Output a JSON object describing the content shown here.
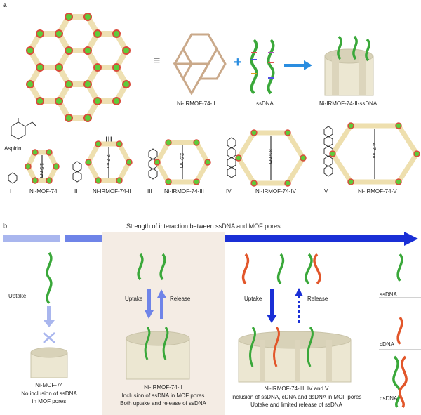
{
  "panel_a": {
    "label": "a",
    "equals": "≡",
    "plus": "+",
    "structure_label": "Ni-IRMOF-74-II",
    "ssdna_label": "ssDNA",
    "complex_label": "Ni-IRMOF-74-II-ssDNA",
    "aspirin_label": "Aspirin",
    "numeral_top": "III",
    "linkers": [
      {
        "numeral": "I",
        "name": "Ni-MOF-74",
        "size": "1.5 nm"
      },
      {
        "numeral": "II",
        "name": "Ni-IRMOF-74-II",
        "size": "2.2 nm"
      },
      {
        "numeral": "III",
        "name": "Ni-IRMOF-74-III",
        "size": "2.9 nm"
      },
      {
        "numeral": "IV",
        "name": "Ni-IRMOF-74-IV",
        "size": "3.5 nm"
      },
      {
        "numeral": "V",
        "name": "Ni-IRMOF-74-V",
        "size": "4.2 nm"
      }
    ]
  },
  "panel_b": {
    "label": "b",
    "strength_title": "Strength of interaction between ssDNA and MOF pores",
    "uptake": "Uptake",
    "release": "Release",
    "col1": {
      "title": "Ni-MOF-74",
      "line1": "No inclusion of ssDNA",
      "line2": "in MOF pores"
    },
    "col2": {
      "title": "Ni-IRMOF-74-II",
      "line1": "Inclusion of ssDNA in MOF pores",
      "line2": "Both uptake and release of ssDNA"
    },
    "col3": {
      "title": "Ni-IRMOF-74-III, IV and V",
      "line1": "Inclusion of ssDNA, cDNA and dsDNA in MOF pores",
      "line2": "Uptake and limited release of ssDNA"
    },
    "legend": [
      "ssDNA",
      "cDNA",
      "dsDNA"
    ]
  },
  "colors": {
    "arrow_blue": "#1a2fd6",
    "arrow_light": "#a9b6ee",
    "node_green": "#5ecb3a",
    "node_red": "#e04a3a",
    "linker": "#efe3b8"
  }
}
